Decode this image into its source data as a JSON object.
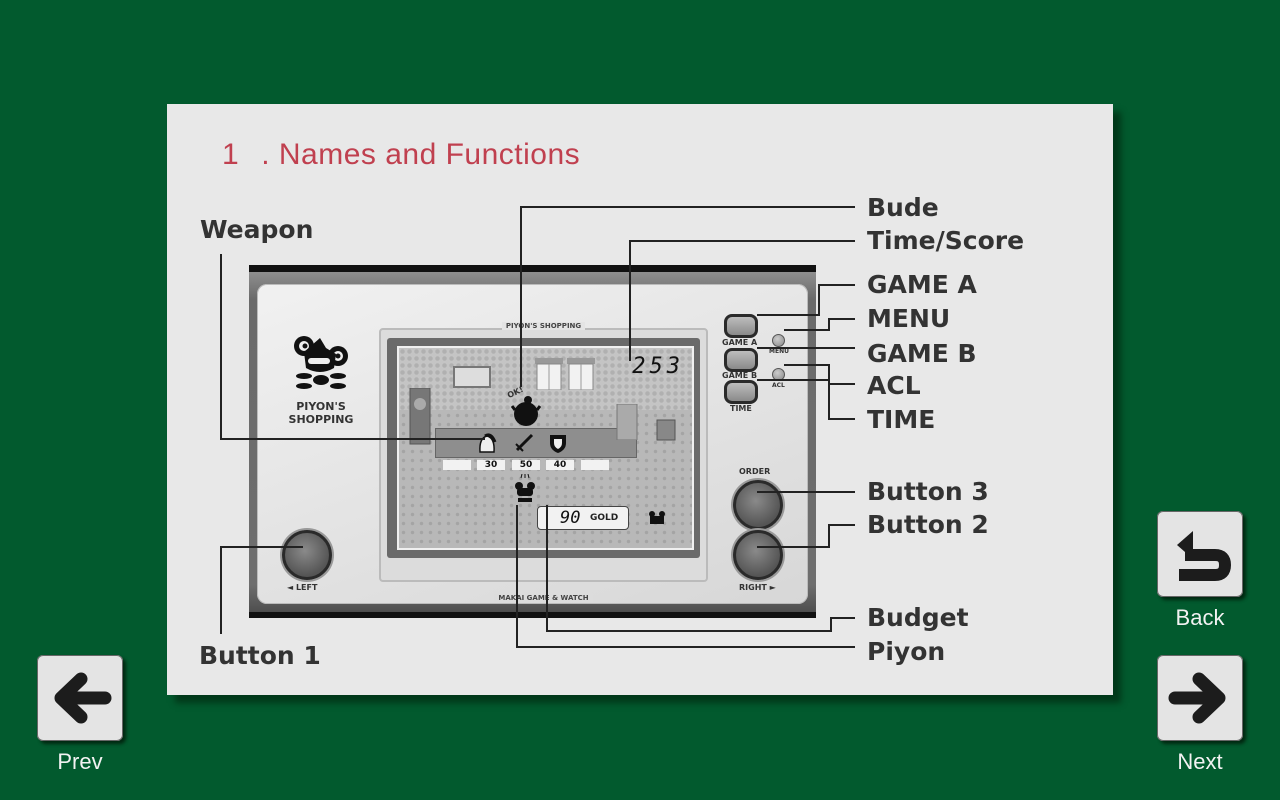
{
  "page": {
    "title_number": "1",
    "title_text": ". Names and Functions",
    "background_color": "#025a2e",
    "title_color": "#c0404f"
  },
  "labels": {
    "weapon": "Weapon",
    "bude": "Bude",
    "time_score": "Time/Score",
    "game_a": "GAME A",
    "menu": "MENU",
    "game_b": "GAME B",
    "acl": "ACL",
    "time": "TIME",
    "button3": "Button 3",
    "button2": "Button 2",
    "budget": "Budget",
    "piyon": "Piyon",
    "button1": "Button 1"
  },
  "device": {
    "logo_line1": "PIYON'S",
    "logo_line2": "SHOPPING",
    "screen_title": "PIYON'S SHOPPING",
    "screen_footer": "MAKAI GAME & WATCH",
    "score": "253",
    "ok_text": "OK!",
    "prices": [
      "",
      "30",
      "50",
      "40",
      ""
    ],
    "gold_value": "90",
    "gold_unit": "GOLD",
    "btn_game_a": "GAME A",
    "btn_menu": "MENU",
    "btn_game_b": "GAME B",
    "btn_acl": "ACL",
    "btn_time": "TIME",
    "btn_order": "ORDER",
    "btn_right": "RIGHT ►",
    "btn_left": "◄ LEFT"
  },
  "nav": {
    "back": {
      "label": "Back",
      "icon": "undo-arrow-icon"
    },
    "next": {
      "label": "Next",
      "icon": "arrow-right-icon"
    },
    "prev": {
      "label": "Prev",
      "icon": "arrow-left-icon"
    }
  }
}
